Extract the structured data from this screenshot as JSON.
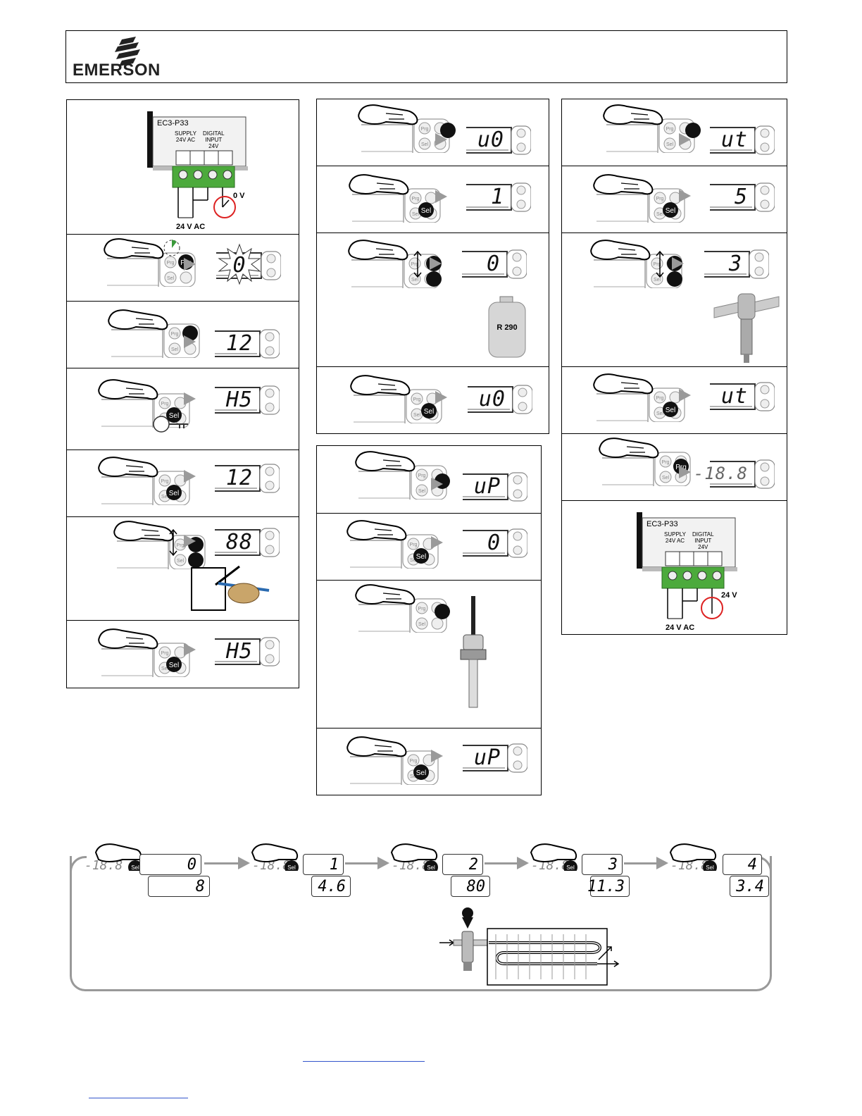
{
  "brand": {
    "name": "EMERSON",
    "trademark": "."
  },
  "wiring": {
    "model": "EC3-P33",
    "supply_label": "SUPPLY\n24V AC",
    "input_label": "DIGITAL\nINPUT\n24V",
    "voltage_off": "0 V",
    "voltage_on": "24 V",
    "supply_voltage": "24 V AC"
  },
  "keys": {
    "prg": "Prg",
    "sel": "Sel"
  },
  "column1": {
    "displays": [
      "0",
      "12",
      "H5",
      "12",
      "88",
      "H5"
    ]
  },
  "column2": {
    "displays": [
      "u0",
      "1",
      "0",
      "u0",
      "uP",
      "0",
      "uP"
    ],
    "refrigerant": "R 290"
  },
  "column3": {
    "displays": [
      "ut",
      "5",
      "3",
      "ut",
      "-18.8"
    ]
  },
  "sequence": {
    "start_display": "-18.8",
    "items": [
      {
        "index": "0",
        "value": "8"
      },
      {
        "index": "1",
        "value": "4.6"
      },
      {
        "index": "2",
        "value": "80"
      },
      {
        "index": "3",
        "value": "11.3"
      },
      {
        "index": "4",
        "value": "3.4"
      }
    ]
  }
}
